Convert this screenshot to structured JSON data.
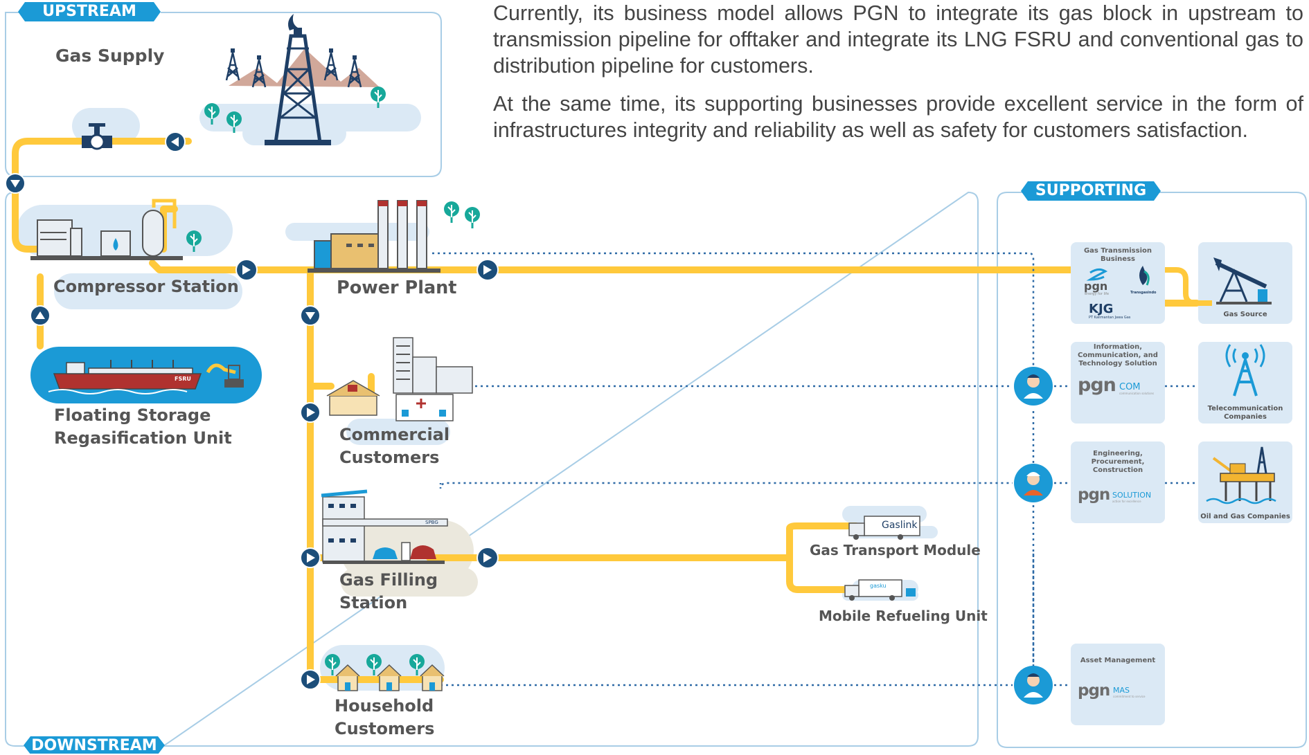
{
  "intro": {
    "p1": "Currently, its business model allows PGN to integrate its gas block in upstream to transmission pipeline for offtaker and integrate its LNG FSRU and conventional gas to distribution pipeline for customers.",
    "p2": "At the same time, its supporting businesses provide excellent service in the form of infrastructures integrity and reliability as well as safety for customers satisfaction."
  },
  "sections": {
    "upstream": "UPSTREAM",
    "downstream": "DOWNSTREAM",
    "supporting": "SUPPORTING"
  },
  "nodes": {
    "gas_supply": "Gas Supply",
    "compressor_station": "Compressor Station",
    "fsru": "Floating Storage\nRegasification Unit",
    "fsru_hull": "FSRU",
    "power_plant": "Power Plant",
    "commercial": "Commercial\nCustomers",
    "gas_filling": "Gas Filling\nStation",
    "household": "Household\nCustomers",
    "gas_transport": "Gas Transport Module",
    "mobile_refueling": "Mobile Refueling Unit",
    "gaslink": "Gaslink",
    "gasku": "gasku",
    "spbg": "SPBG"
  },
  "supporting": {
    "transmission": {
      "title": "Gas Transmission\nBusiness",
      "pgn": "pgn",
      "pgn_tag": "energy for life",
      "transgasindo": "Transgasindo",
      "kjg": "KJG",
      "kjg_sub": "PT Kalimantan Jawa Gas"
    },
    "gas_source": "Gas Source",
    "ict": {
      "title": "Information,\nCommunication, and\nTechnology Solution",
      "brand": "pgn",
      "suffix": "COM",
      "tagline": "communication solutions"
    },
    "telecom": "Telecommunication\nCompanies",
    "epc": {
      "title": "Engineering,\nProcurement,\nConstruction",
      "brand": "pgn",
      "suffix": "SOLUTION",
      "tagline": "action for excellence"
    },
    "oil_gas": "Oil and Gas Companies",
    "asset": {
      "title": "Asset Management",
      "brand": "pgn",
      "suffix": "MAS",
      "tagline": "commitment to service"
    }
  },
  "colors": {
    "pipeline": "#ffc93c",
    "badge_blue": "#1b9ad6",
    "arrow_navy": "#1c4e7a",
    "frame": "#a8cde6",
    "blob": "#dbe9f5",
    "blob_sand": "#ebe8dd",
    "tree": "#17a89a",
    "dotted": "#2e6aa6"
  }
}
